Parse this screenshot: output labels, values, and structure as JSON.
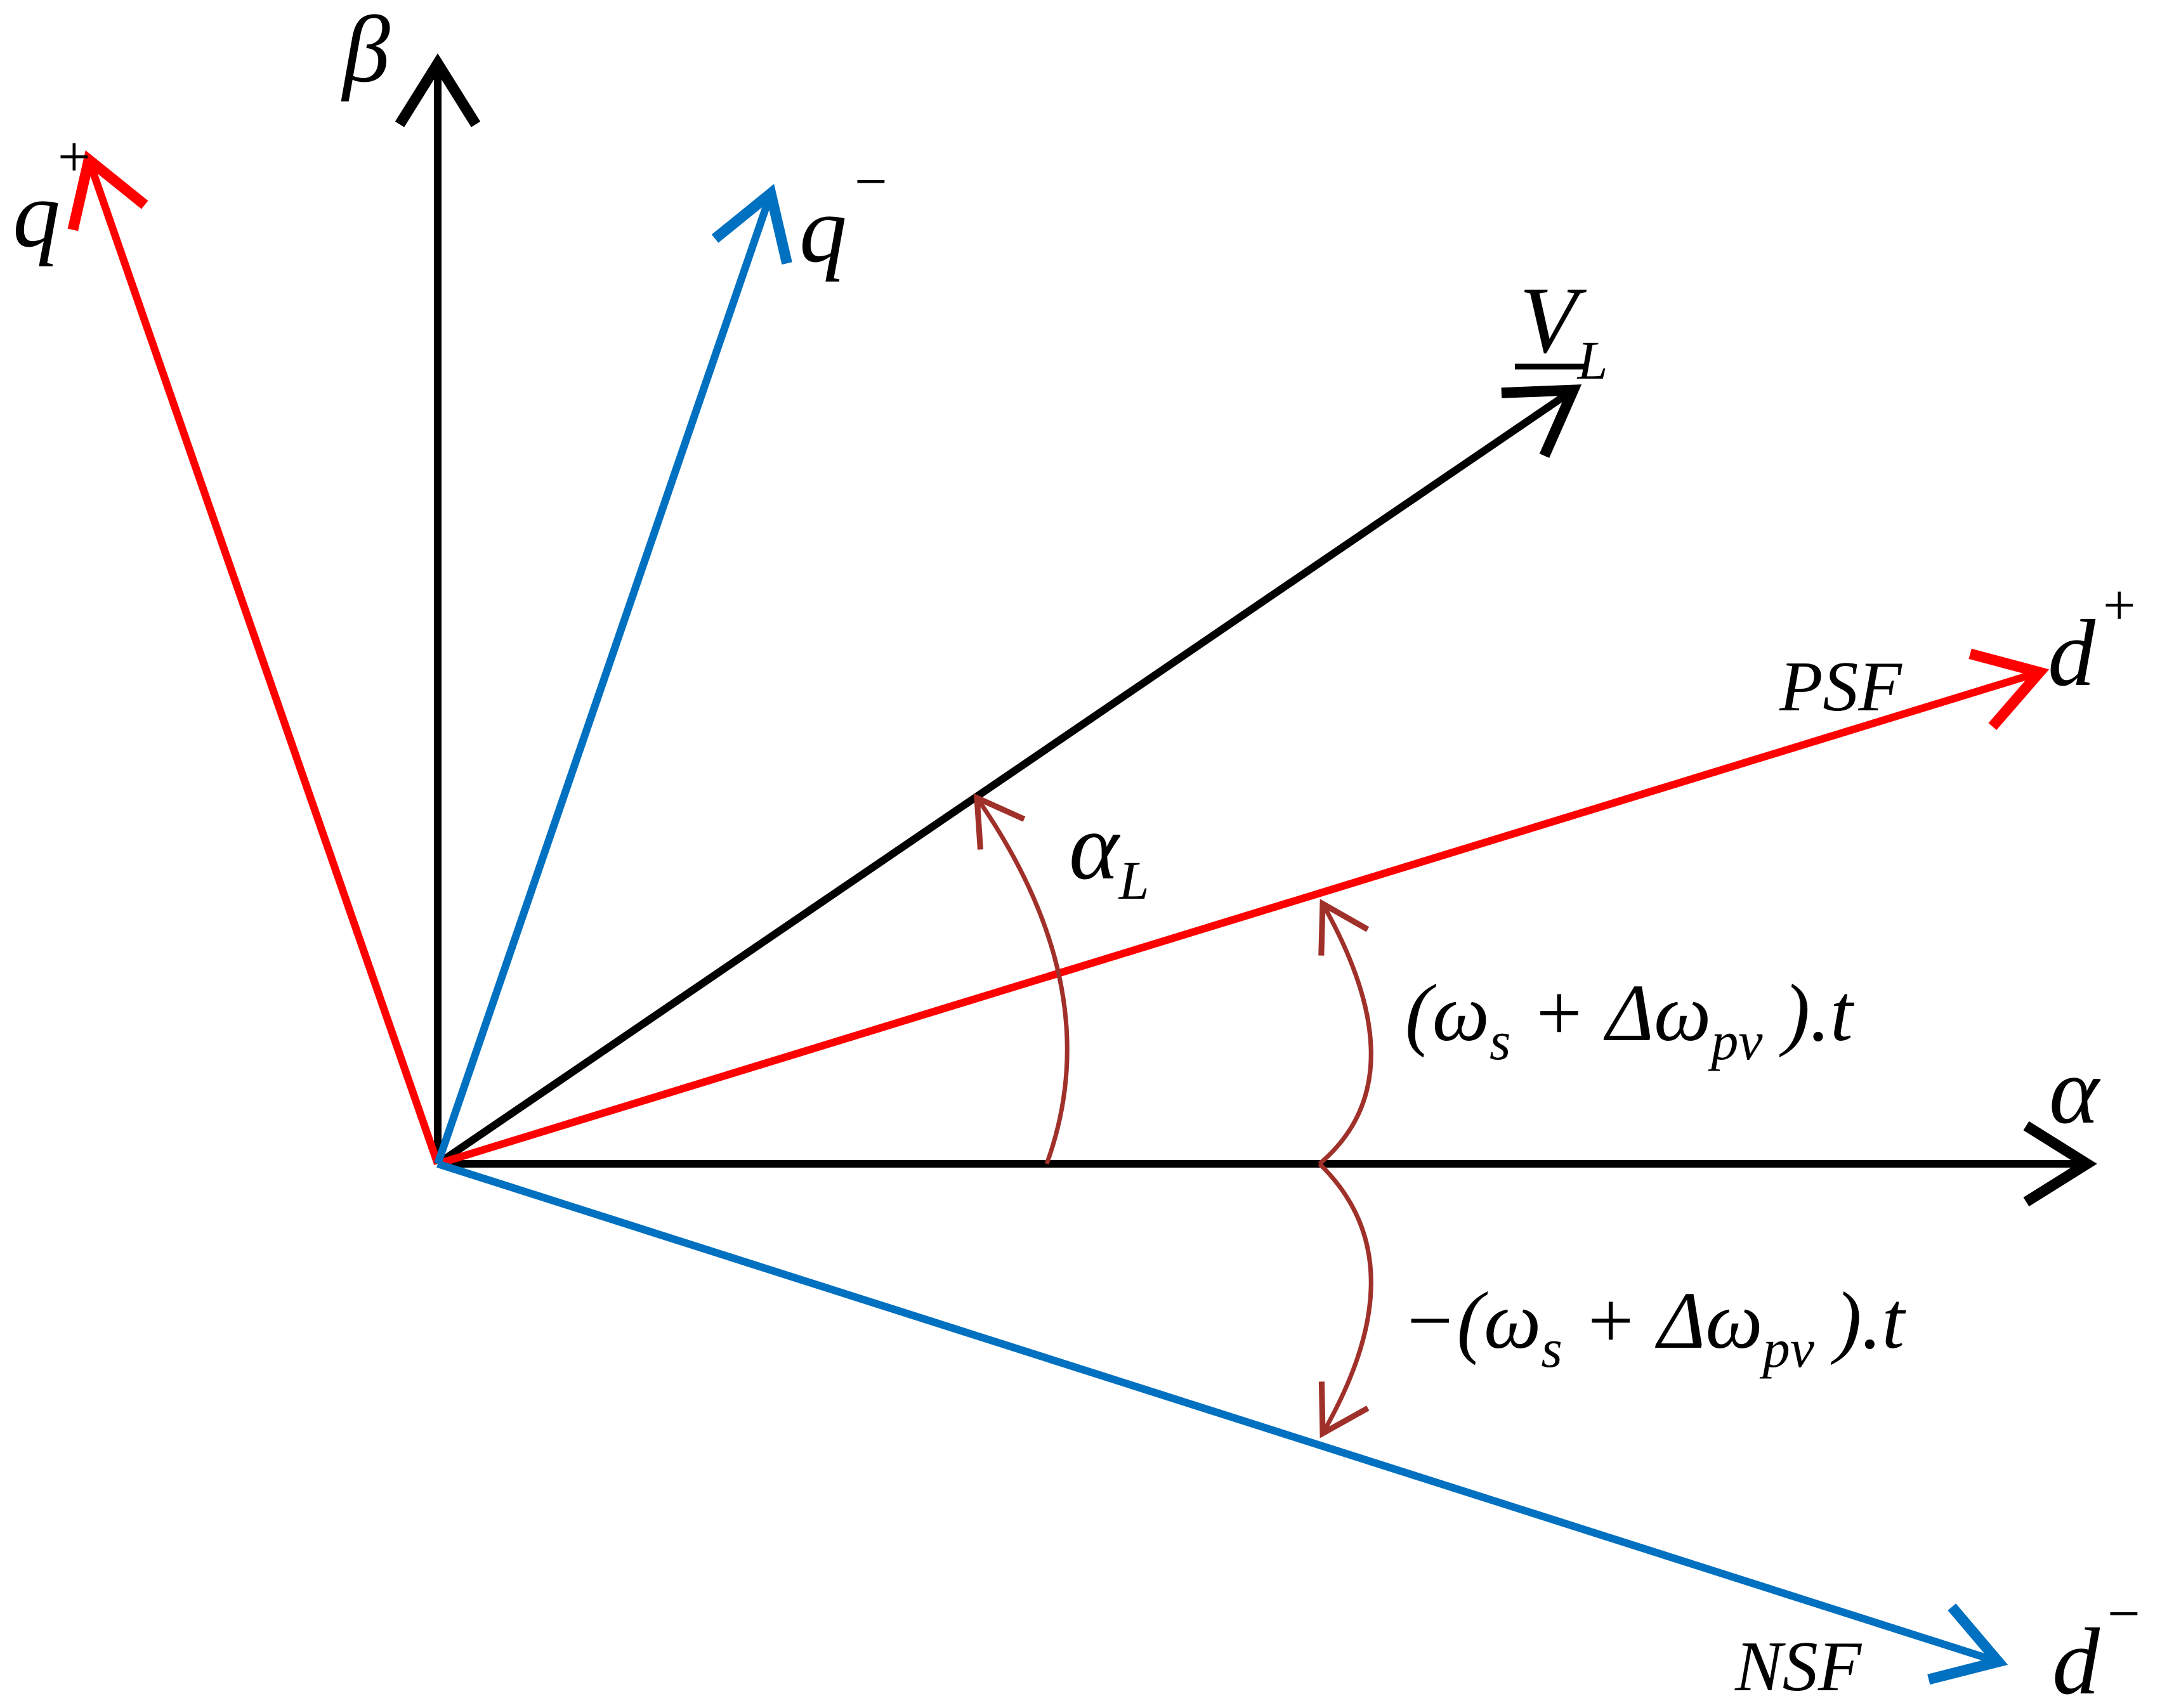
{
  "colors": {
    "stationary": "#000000",
    "positive_frame": "#ff0000",
    "negative_frame": "#0070c0",
    "angle_arc": "#a0302a"
  },
  "axes": {
    "alpha": "α",
    "beta": "β"
  },
  "vectors": {
    "voltage": {
      "base": "V",
      "subscript": "L"
    },
    "q_plus": {
      "base": "q",
      "superscript": "+"
    },
    "q_minus": {
      "base": "q",
      "superscript": "−"
    },
    "d_plus": {
      "base": "d",
      "superscript": "+"
    },
    "d_minus": {
      "base": "d",
      "superscript": "−"
    }
  },
  "frames": {
    "positive": "PSF",
    "negative": "NSF"
  },
  "angles": {
    "alpha_L": {
      "base": "α",
      "subscript": "L"
    },
    "positive": {
      "open": "(ω",
      "s_sub": "s",
      "plus": " + Δω",
      "pv_sub": "pv",
      "close": " ).t"
    },
    "negative": {
      "open": "−(ω",
      "s_sub": "s",
      "plus": " + Δω",
      "pv_sub": "pv",
      "close": " ).t"
    }
  }
}
